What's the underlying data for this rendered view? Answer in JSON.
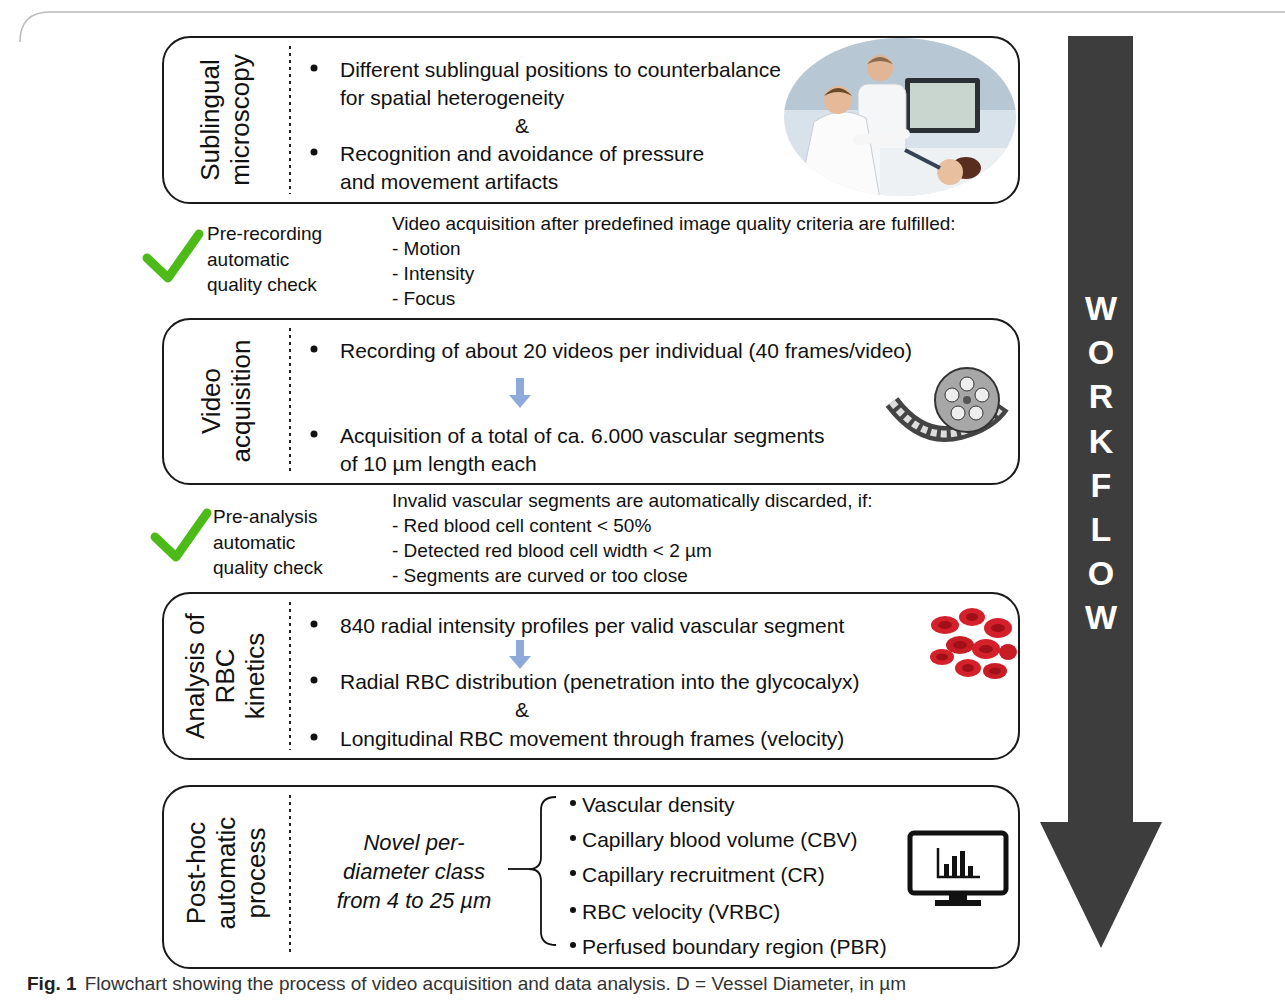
{
  "diagram": {
    "caption": "Flowchart showing the process of video acquisition and data analysis. D = Vessel Diameter, in µm",
    "nodes": [
      {
        "text": [
          "Sublingual microscopy",
          "Different sublingual positions to counterbalance for spatial heterogeneity",
          "&",
          "Recognition and avoidance of pressure and movement artifacts"
        ]
      },
      {
        "text": [
          "Video acquisition",
          "Recording of about 20 videos per individual (40 frames/video)",
          "Acquisition of a total of ca. 6.000 vascular segments of 10 µm length each"
        ]
      },
      {
        "text": [
          "Analysis of RBC kinetics",
          "840 radial intensity profiles per valid vascular segment",
          "Radial RBC distribution (penetration into the glycocalyx)",
          "&",
          "Longitudinal RBC movement through frames (velocity)"
        ]
      },
      {
        "text": [
          "Post-hoc automatic process",
          "Novel per-diameter class from 4 to 25 µm",
          "Vascular density",
          "Capillary blood volume (CBV)",
          "Capillary recruitment (CR)",
          "RBC velocity (VRBC)",
          "Perfused boundary region (PBR)"
        ]
      },
      {
        "text": [
          "WORKFLOW"
        ]
      }
    ],
    "labels": [
      "Pre-recording automatic quality check",
      "Video acquisition after predefined image quality criteria are fulfilled:",
      "- Motion",
      "- Intensity",
      "- Focus",
      "Pre-analysis automatic quality check",
      "Invalid vascular segments are automatically discarded, if:",
      "- Red blood cell content < 50%",
      "- Detected red blood cell width < 2 µm",
      "- Segments are curved or too close",
      "Fig. 1"
    ]
  }
}
